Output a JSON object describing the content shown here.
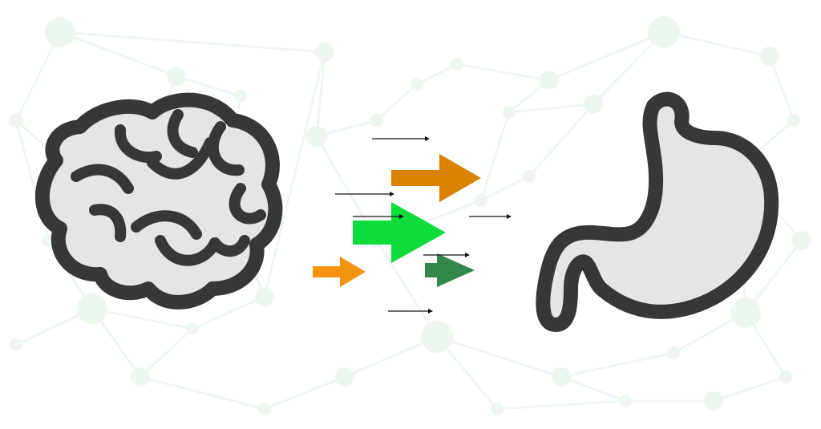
{
  "diagram": {
    "nodes": [
      {
        "id": "brain",
        "icon": "brain-icon"
      },
      {
        "id": "stomach",
        "icon": "stomach-icon"
      }
    ],
    "edges": [
      {
        "from": "brain",
        "to": "stomach",
        "meaning": "signal flow"
      }
    ],
    "background": "network-mesh",
    "arrow_icons": [
      "arrow-orange-large",
      "arrow-green-bright",
      "arrow-green-dark",
      "arrow-orange-small"
    ]
  },
  "colors": {
    "background": "#ffffff",
    "network": "#eef7ee",
    "outline": "#373737",
    "fill": "#e5e5e5",
    "orange": "#d98300",
    "orange_light": "#f39312",
    "green_bright": "#0ddc3c",
    "green_dark": "#33874a",
    "line": "#111111"
  }
}
